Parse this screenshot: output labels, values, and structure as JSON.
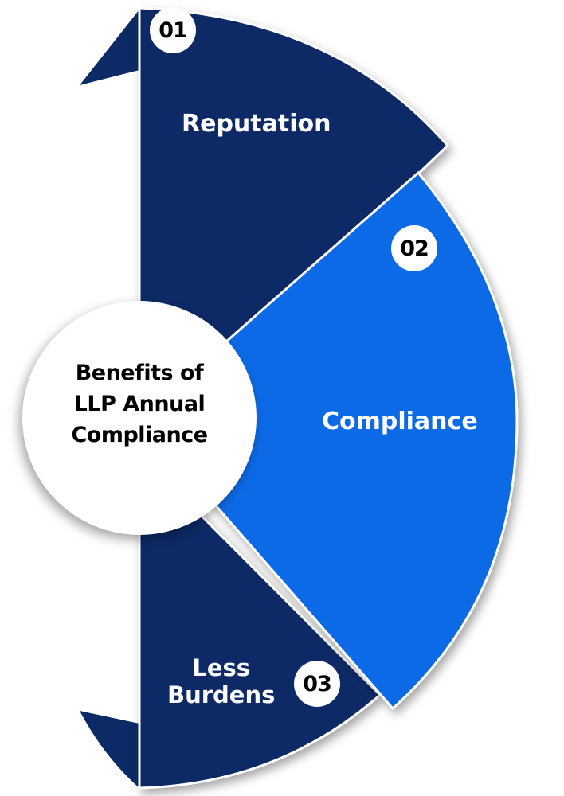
{
  "title": {
    "lines": [
      "Benefits of",
      "LLP Annual",
      "Compliance"
    ]
  },
  "segments": [
    {
      "number": "01",
      "label": "Reputation",
      "color": "#0b2a66"
    },
    {
      "number": "02",
      "label": "Compliance",
      "color": "#0f6ae6"
    },
    {
      "number": "03",
      "label_lines": [
        "Less",
        "Burdens"
      ],
      "color": "#0b2a66"
    }
  ],
  "colors": {
    "dark_navy": "#0b2a66",
    "bright_blue": "#0f6ae6",
    "white": "#ffffff",
    "text_dark": "#000000"
  }
}
